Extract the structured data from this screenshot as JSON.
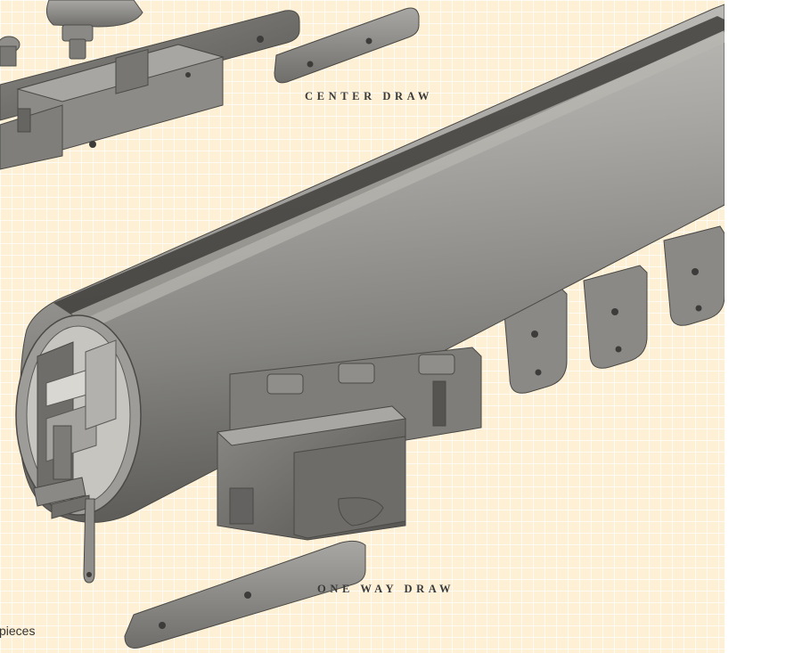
{
  "labels": {
    "center_draw": "CENTER DRAW",
    "one_way_draw": "ONE WAY DRAW"
  },
  "caption": {
    "partial_text": "pieces"
  },
  "colors": {
    "background": "#fdf0d4",
    "grid": "#ffffff",
    "metal": "#8f8e8b",
    "metal_dark": "#5a5956",
    "label_text": "#3a3a3a"
  }
}
